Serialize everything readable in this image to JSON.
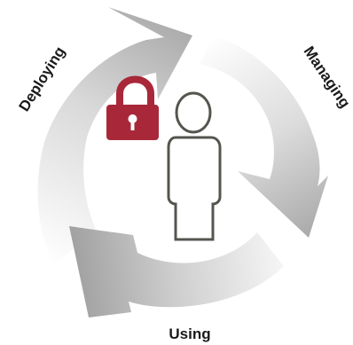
{
  "stages": [
    {
      "id": "deploying",
      "label": "Deploying"
    },
    {
      "id": "managing",
      "label": "Managing"
    },
    {
      "id": "using",
      "label": "Using"
    }
  ],
  "icons": {
    "lock": {
      "name": "padlock-icon",
      "color": "#a8283a"
    },
    "person": {
      "name": "person-icon",
      "color": "#55554f"
    }
  },
  "colors": {
    "arrow_light": "#f2f2f2",
    "arrow_dark": "#a9a9a9"
  }
}
